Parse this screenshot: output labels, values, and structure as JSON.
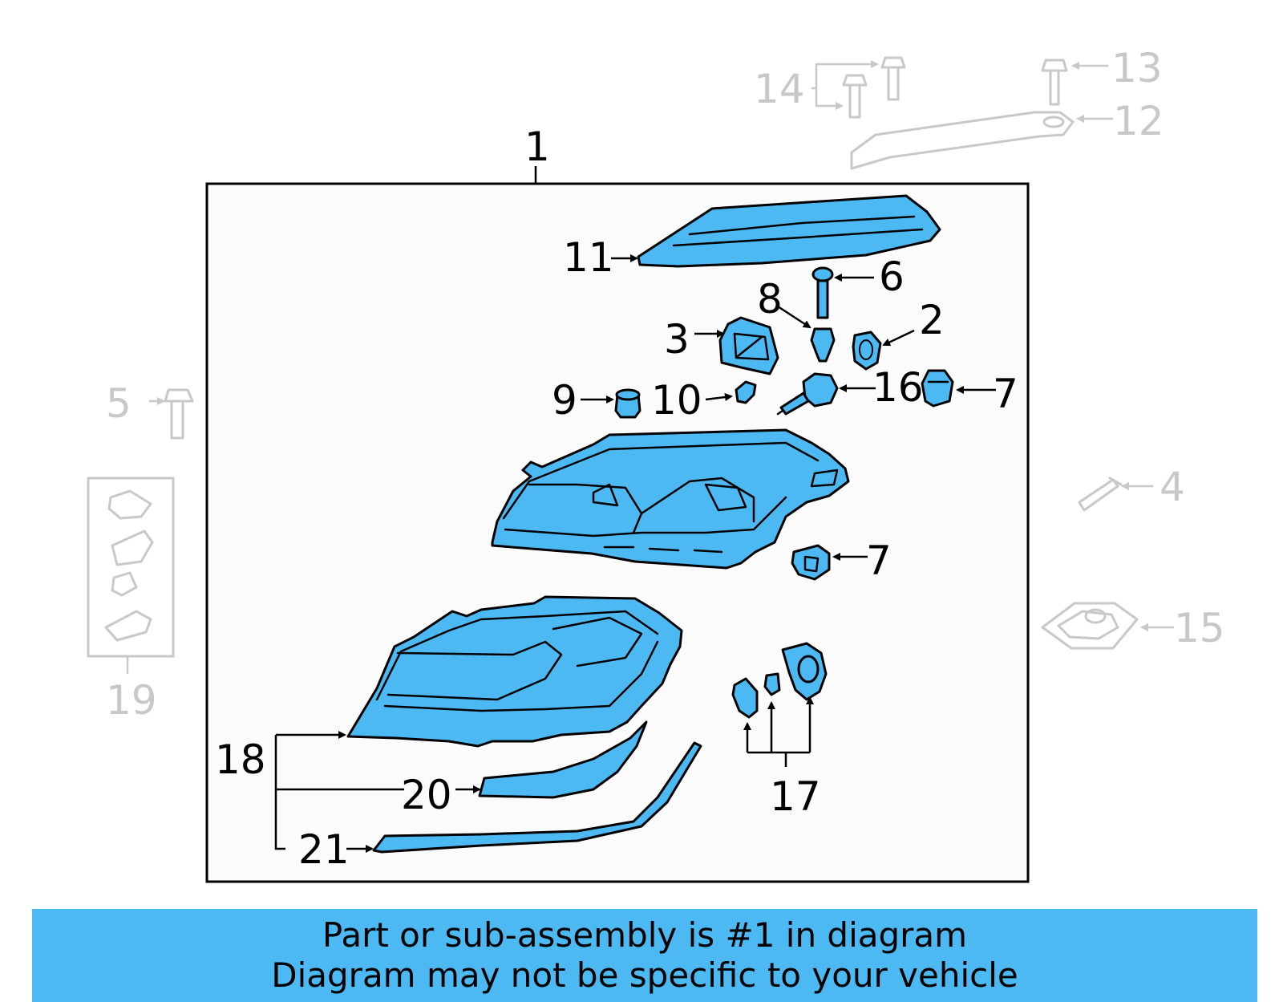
{
  "diagram": {
    "labels": {
      "l1": "1",
      "l2": "2",
      "l3": "3",
      "l4": "4",
      "l5": "5",
      "l6": "6",
      "l7a": "7",
      "l7b": "7",
      "l8": "8",
      "l9": "9",
      "l10": "10",
      "l11": "11",
      "l12": "12",
      "l13": "13",
      "l14": "14",
      "l15": "15",
      "l16": "16",
      "l17": "17",
      "l18": "18",
      "l19": "19",
      "l20": "20",
      "l21": "21"
    }
  },
  "colors": {
    "highlight": "#4db9f2",
    "greyed": "#c8c8c8",
    "outline": "#000000"
  },
  "banner": {
    "line1": "Part or sub-assembly is #1 in diagram",
    "line2": "Diagram may not be specific to your vehicle",
    "background": "#4db9f2"
  }
}
